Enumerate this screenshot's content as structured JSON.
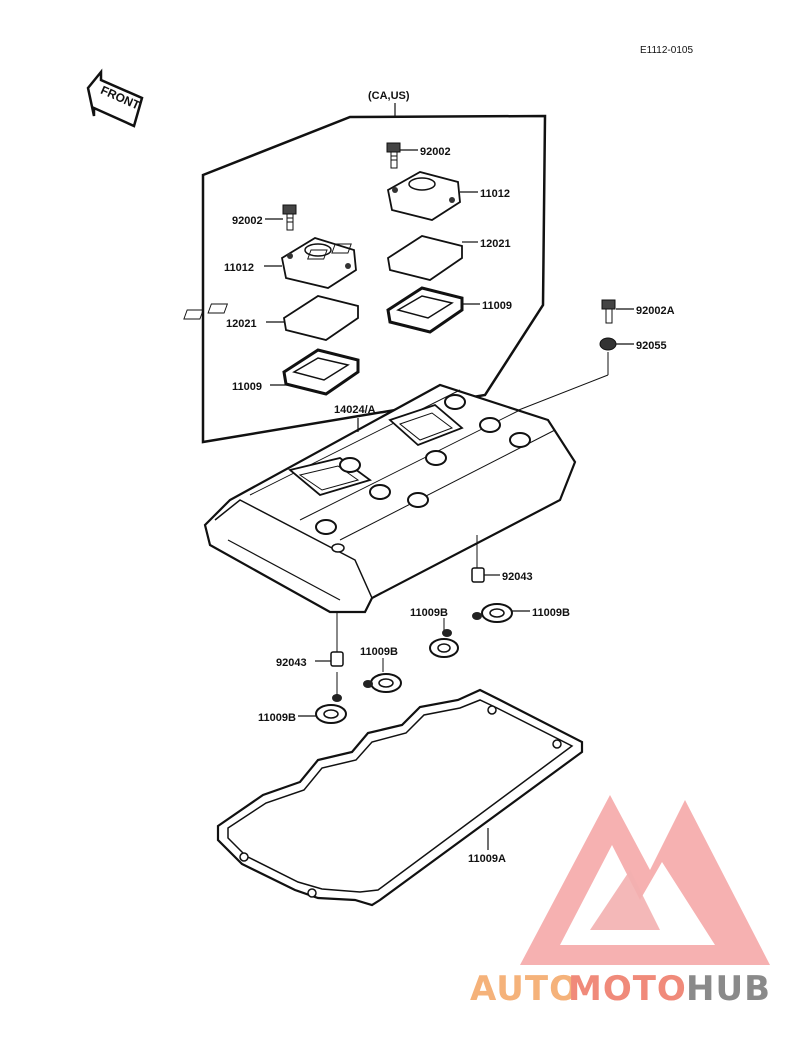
{
  "diagram": {
    "code": "E1112-0105",
    "front_label": "FRONT",
    "region_label": "(CA,US)",
    "parts": {
      "bolt_top": "92002",
      "cap_top": "11012",
      "bolt_left": "92002",
      "cap_left": "11012",
      "plate_right": "12021",
      "gasket_right": "11009",
      "plate_left": "12021",
      "gasket_left": "11009",
      "bolt_a": "92002A",
      "washer": "92055",
      "cover": "14024/A",
      "dowel_right": "92043",
      "seal_right_a": "11009B",
      "seal_right_b": "11009B",
      "dowel_left": "92043",
      "seal_left_a": "11009B",
      "seal_left_b": "11009B",
      "head_gasket": "11009A"
    }
  },
  "watermark": {
    "word_a": "AUTO",
    "word_b": "MOTO",
    "word_c": "HUB",
    "colors": {
      "a": "#f5b27a",
      "b": "#f08a7a",
      "c": "#8a8a8a",
      "logo": "#ef8a8a"
    }
  }
}
